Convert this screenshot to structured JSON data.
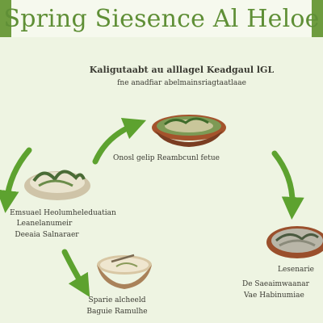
{
  "header": {
    "title": "Spring Siesence Al Heloe"
  },
  "top_caption": {
    "line1": "Kaligutaabt au alllagel Keadgaul lGL",
    "line2": "fne anadfiar abelmainsriagtaatlaae"
  },
  "steps": [
    {
      "id": "top-right",
      "caption": [
        "Onosl gelip Reambcunl fetue"
      ]
    },
    {
      "id": "left",
      "caption": [
        "Emsuael Heolumheleduatian",
        "Leanelanumeir",
        "Deeaia Salnaraer"
      ]
    },
    {
      "id": "right",
      "caption": [
        "Lesenarie",
        "De Saeaimwaanar",
        "Vae Habinumiae"
      ]
    },
    {
      "id": "bottom",
      "caption": [
        "Sparie alcheeld",
        "Baguie Ramulhe"
      ]
    }
  ],
  "colors": {
    "header_bar": "#6e9c3f",
    "title_text": "#5f8f36",
    "background": "#eef4e2",
    "arrow": "#5da22f",
    "arrow_dark": "#3f7a1f"
  }
}
